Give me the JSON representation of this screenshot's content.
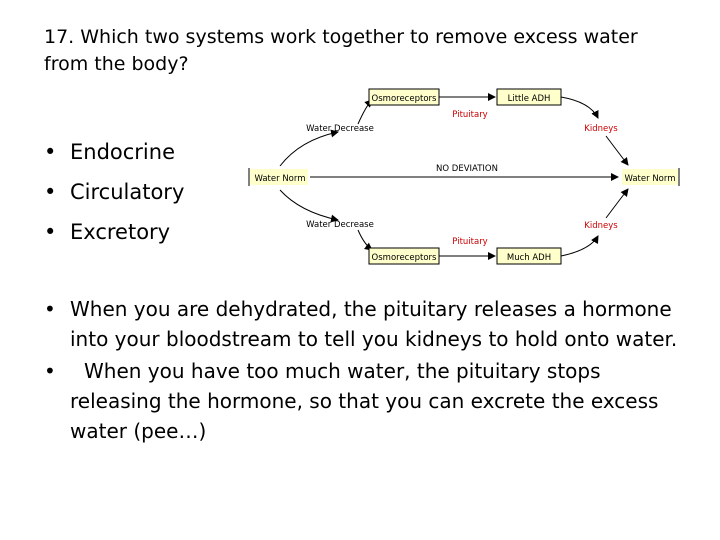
{
  "question": "17.  Which two systems work together to remove excess water from the body?",
  "answers": [
    "Endocrine",
    "Circulatory",
    "Excretory"
  ],
  "diagram": {
    "colors": {
      "box_fill": "#ffffcc",
      "text_red": "#cc0000",
      "stroke": "#000000"
    },
    "osmoreceptors_top": "Osmoreceptors",
    "little_adh": "Little ADH",
    "pituitary_top": "Pituitary",
    "water_decrease_top": "Water Decrease",
    "kidneys_top": "Kidneys",
    "water_norm_left": "Water Norm",
    "no_deviation": "NO DEVIATION",
    "water_norm_right": "Water Norm",
    "water_decrease_bottom": "Water Decrease",
    "kidneys_bottom": "Kidneys",
    "pituitary_bottom": "Pituitary",
    "osmoreceptors_bottom": "Osmoreceptors",
    "much_adh": "Much ADH"
  },
  "notes": [
    "When you are dehydrated, the pituitary releases a hormone into your bloodstream to tell you kidneys to hold onto water.",
    "When you have too much water, the pituitary stops releasing the hormone, so that you can excrete the excess water (pee…)"
  ]
}
